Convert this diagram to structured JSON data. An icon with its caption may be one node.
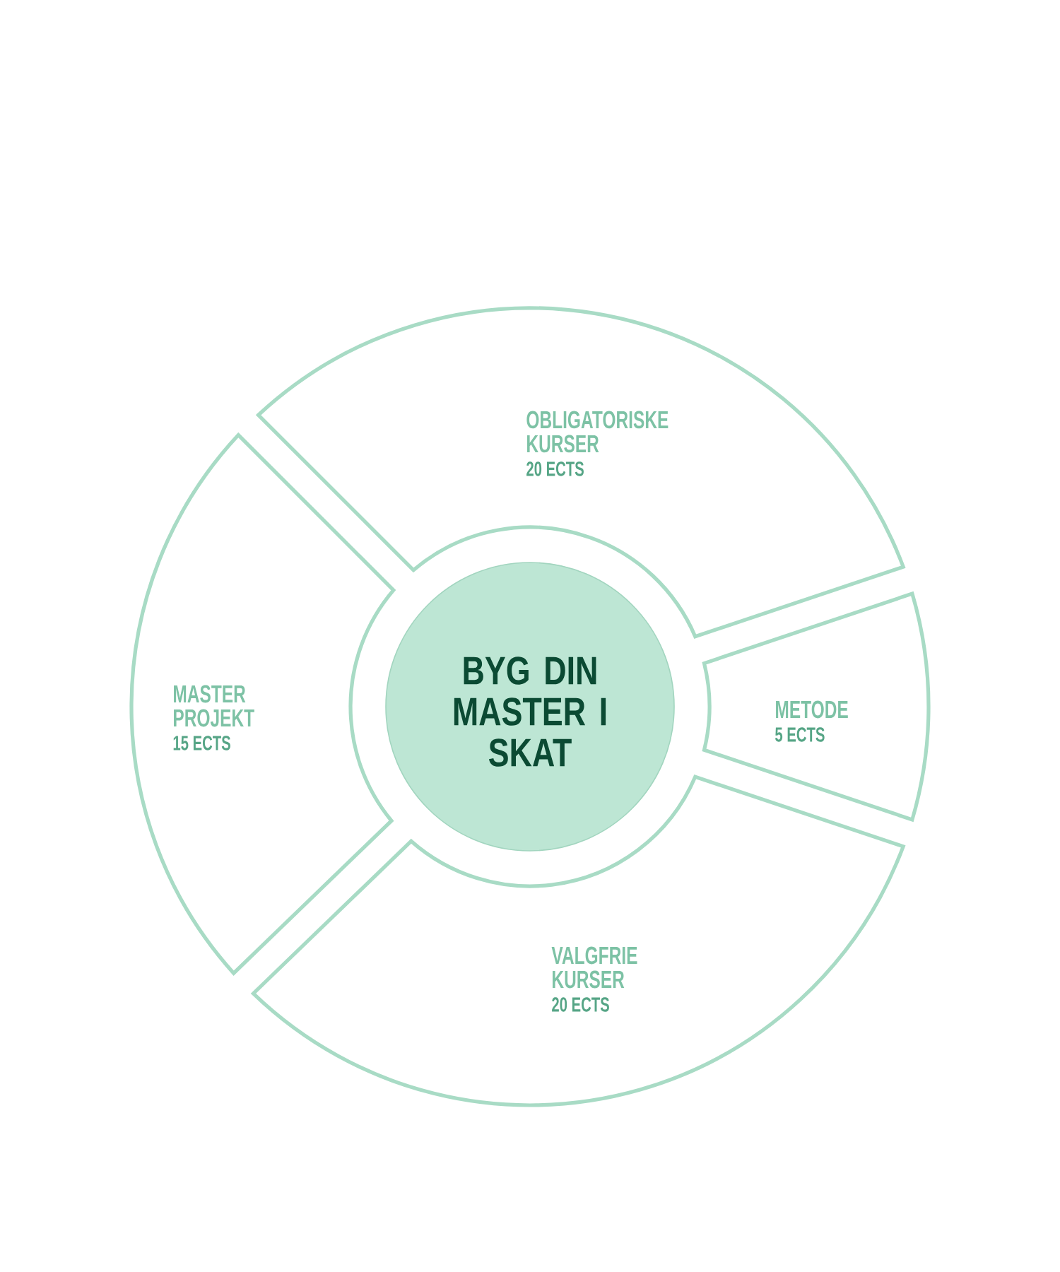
{
  "diagram": {
    "nodes": [
      {
        "text": [
          "BYG DIN MASTER I SKAT"
        ]
      },
      {
        "text": [
          "OBLIGATORISKE KURSER",
          "20 ECTS"
        ]
      },
      {
        "text": [
          "MASTER PROJEKT",
          "15 ECTS"
        ]
      },
      {
        "text": [
          "METODE",
          "5 ECTS"
        ]
      },
      {
        "text": [
          "VALGFRIE KURSER",
          "20 ECTS"
        ]
      }
    ]
  }
}
